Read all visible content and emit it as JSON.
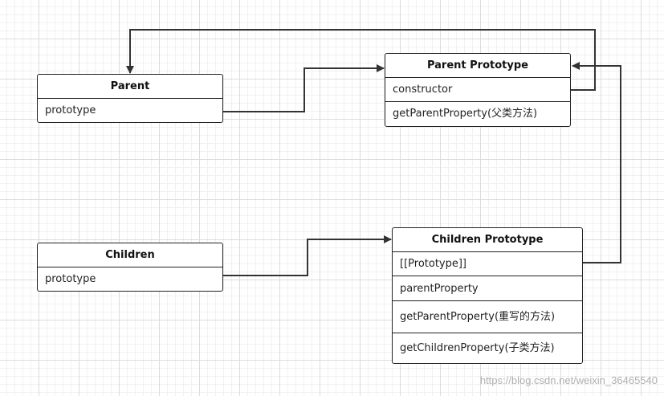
{
  "boxes": {
    "parent": {
      "title": "Parent",
      "rows": [
        "prototype"
      ]
    },
    "children": {
      "title": "Children",
      "rows": [
        "prototype"
      ]
    },
    "parent_prototype": {
      "title": "Parent Prototype",
      "rows": [
        "constructor",
        "getParentProperty(父类方法)"
      ]
    },
    "children_prototype": {
      "title": "Children Prototype",
      "rows": [
        "[[Prototype]]",
        "parentProperty",
        "getParentProperty(重写的方法)",
        "getChildrenProperty(子类方法)"
      ]
    }
  },
  "watermark": "https://blog.csdn.net/weixin_36465540",
  "colors": {
    "line": "#333333",
    "border": "#222222",
    "grid": "#dcdcdc"
  }
}
